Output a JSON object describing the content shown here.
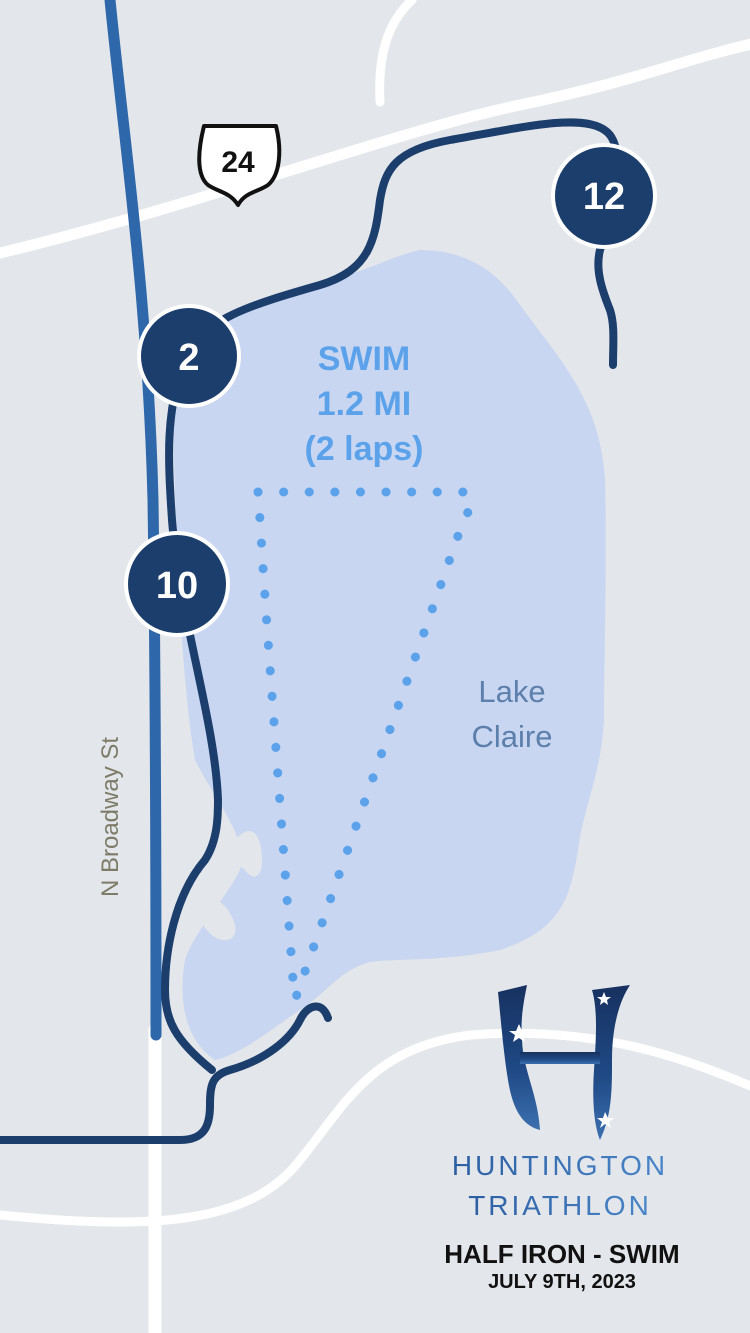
{
  "route_shield": {
    "number": "24"
  },
  "markers": [
    {
      "number": "2"
    },
    {
      "number": "10"
    },
    {
      "number": "12"
    }
  ],
  "swim": {
    "title": "SWIM",
    "distance": "1.2 MI",
    "laps": "(2 laps)"
  },
  "lake": {
    "name_line1": "Lake",
    "name_line2": "Claire"
  },
  "street": {
    "name": "N Broadway St"
  },
  "logo": {
    "line1": "HUNTINGTON",
    "line2": "TRIATHLON"
  },
  "event": {
    "title": "HALF IRON - SWIM",
    "date": "JULY 9TH, 2023"
  },
  "colors": {
    "background": "#e3e6ea",
    "lake": "#c8d6f1",
    "route": "#1c3e6c",
    "broadway": "#2f68aa",
    "swim_path": "#5ba2ea",
    "roads": "#ffffff"
  }
}
